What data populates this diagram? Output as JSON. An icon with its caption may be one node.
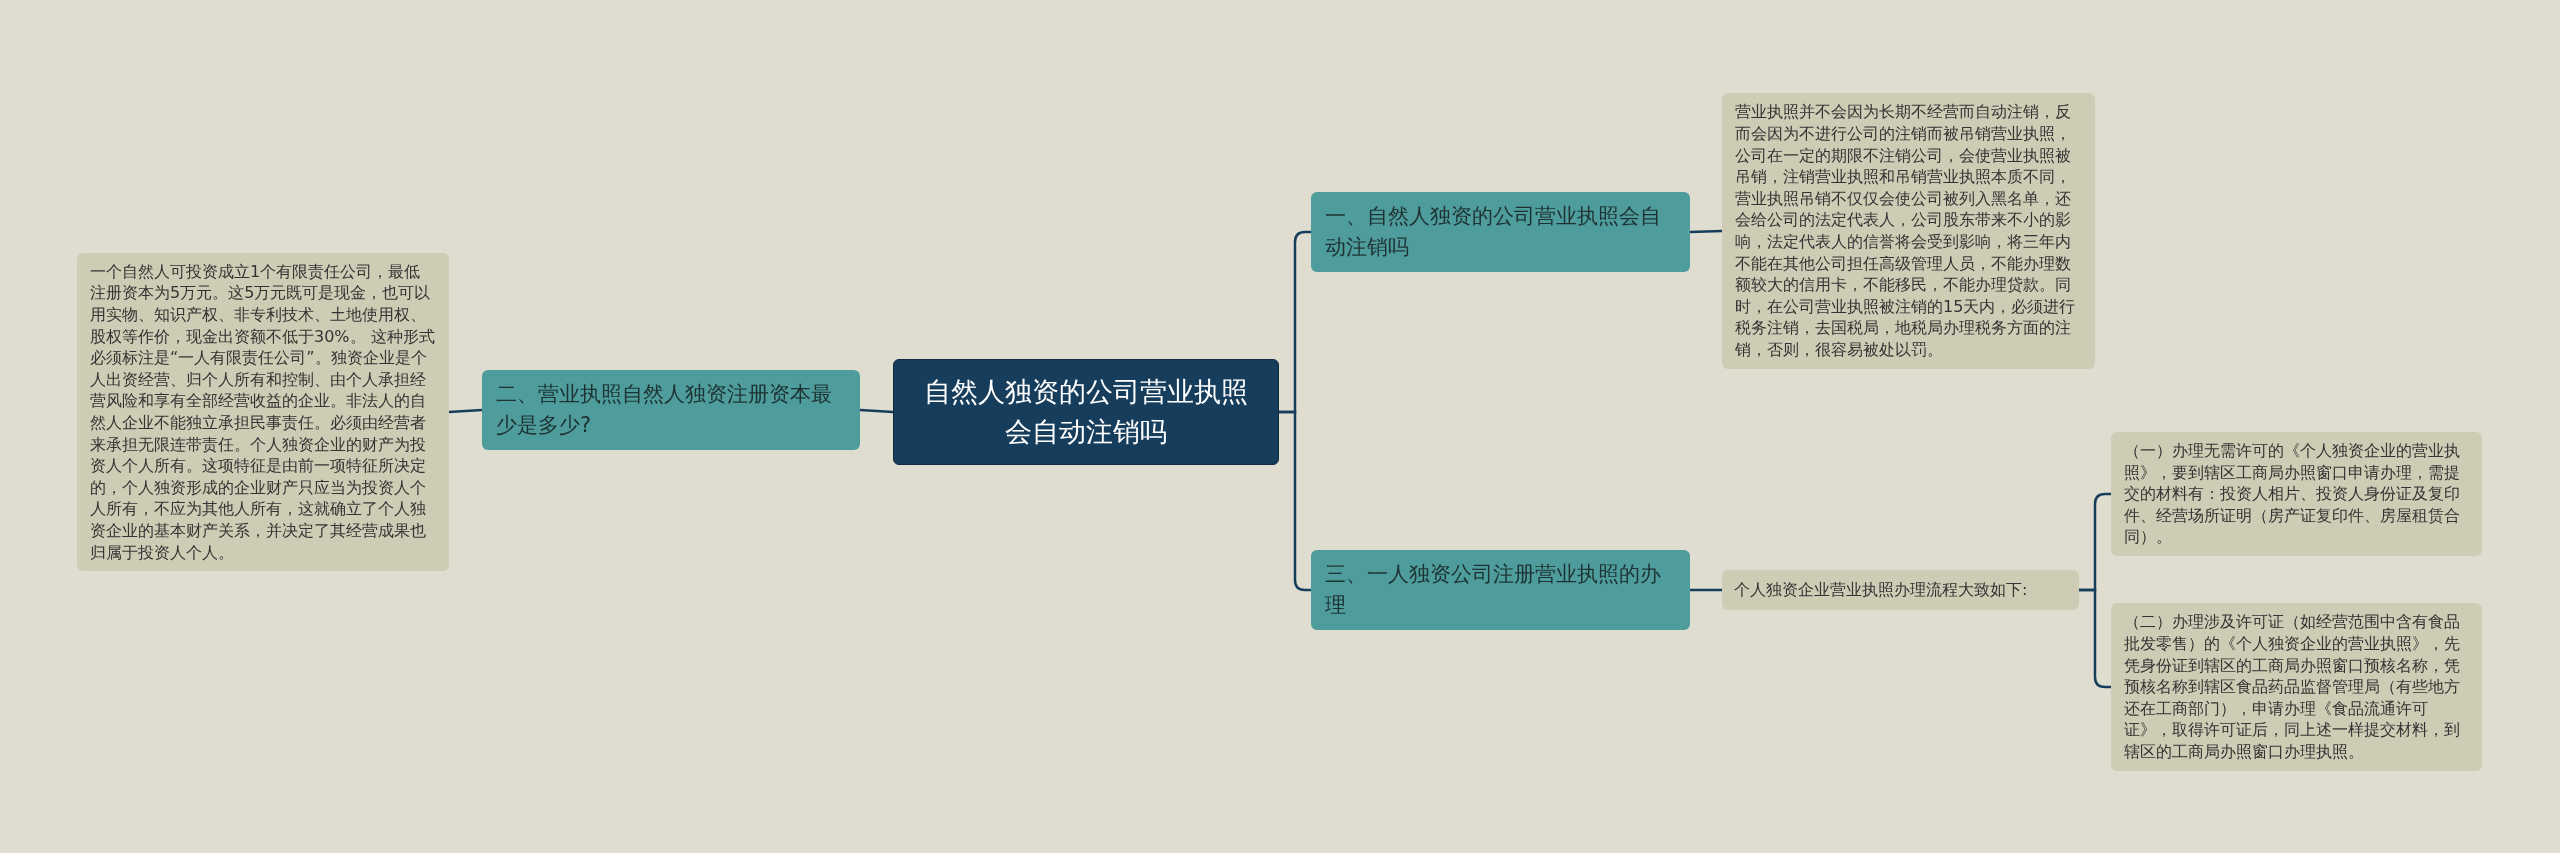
{
  "diagram": {
    "nodes": [
      {
        "text": [
          "自然人独资的公司营业执照会自动注销吗"
        ]
      },
      {
        "text": [
          "一、自然人独资的公司营业执照会自动注销吗"
        ]
      },
      {
        "text": [
          "营业执照并不会因为长期不经营而自动注销，反而会因为不进行公司的注销而被吊销营业执照，公司在一定的期限不注销公司，会使营业执照被吊销，注销营业执照和吊销营业执照本质不同，营业执照吊销不仅仅会使公司被列入黑名单，还会给公司的法定代表人，公司股东带来不小的影响，法定代表人的信誉将会受到影响，将三年内不能在其他公司担任高级管理人员，不能办理数额较大的信用卡，不能移民，不能办理贷款。同时，在公司营业执照被注销的15天内，必须进行税务注销，去国税局，地税局办理税务方面的注销，否则，很容易被处以罚。"
        ]
      },
      {
        "text": [
          "二、营业执照自然人独资注册资本最少是多少?"
        ]
      },
      {
        "text": [
          "一个自然人可投资成立1个有限责任公司，最低注册资本为5万元。这5万元既可是现金，也可以用实物、知识产权、非专利技术、土地使用权、股权等作价，现金出资额不低于30%。 这种形式必须标注是“一人有限责任公司”。独资企业是个人出资经营、归个人所有和控制、由个人承担经营风险和享有全部经营收益的企业。非法人的自然人企业不能独立承担民事责任。必须由经营者来承担无限连带责任。个人独资企业的财产为投资人个人所有。这项特征是由前一项特征所决定的，个人独资形成的企业财产只应当为投资人个人所有，不应为其他人所有，这就确立了个人独资企业的基本财产关系，并决定了其经营成果也归属于投资人个人。"
        ]
      },
      {
        "text": [
          "三、一人独资公司注册营业执照的办理"
        ]
      },
      {
        "text": [
          "个人独资企业营业执照办理流程大致如下:"
        ]
      },
      {
        "text": [
          "（一）办理无需许可的《个人独资企业的营业执照》，要到辖区工商局办照窗口申请办理，需提交的材料有：投资人相片、投资人身份证及复印件、经营场所证明（房产证复印件、房屋租赁合同）。"
        ]
      },
      {
        "text": [
          "（二）办理涉及许可证（如经营范围中含有食品批发零售）的《个人独资企业的营业执照》，先凭身份证到辖区的工商局办照窗口预核名称，凭预核名称到辖区食品药品监督管理局（有些地方还在工商部门），申请办理《食品流通许可证》，取得许可证后，同上述一样提交材料，到辖区的工商局办照窗口办理执照。"
        ]
      }
    ],
    "edges": [
      {
        "from": 0,
        "to": 1,
        "arrow": "none"
      },
      {
        "from": 1,
        "to": 2,
        "arrow": "none"
      },
      {
        "from": 0,
        "to": 3,
        "arrow": "none"
      },
      {
        "from": 3,
        "to": 4,
        "arrow": "none"
      },
      {
        "from": 0,
        "to": 5,
        "arrow": "none"
      },
      {
        "from": 5,
        "to": 6,
        "arrow": "none"
      },
      {
        "from": 6,
        "to": 7,
        "arrow": "none"
      },
      {
        "from": 6,
        "to": 8,
        "arrow": "none"
      }
    ]
  }
}
